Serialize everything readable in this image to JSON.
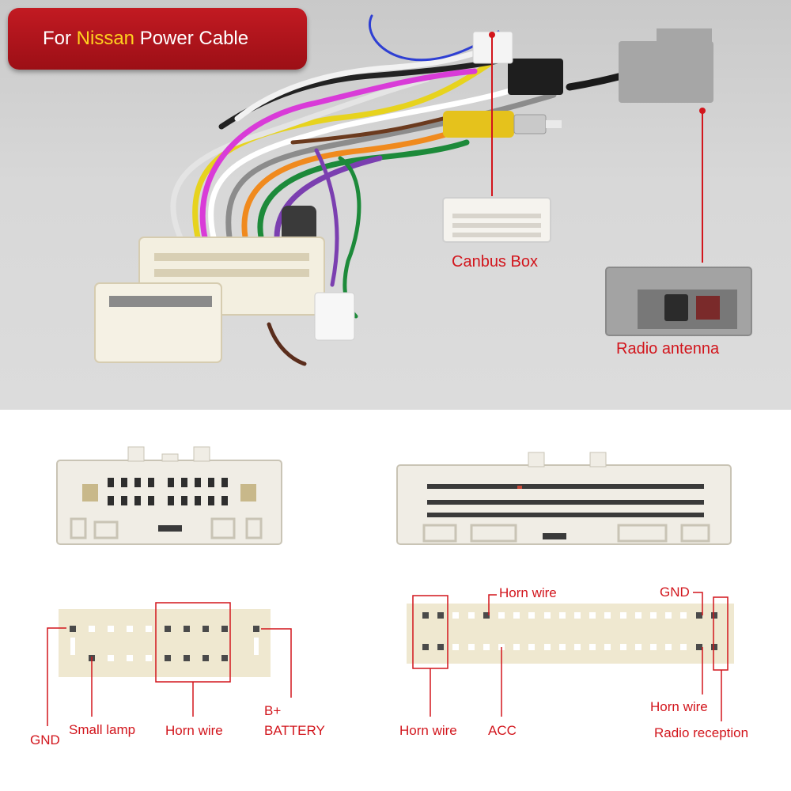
{
  "banner": {
    "prefix": "For ",
    "brand": "Nissan",
    "suffix": " Power Cable"
  },
  "photo_labels": {
    "canbus": "Canbus Box",
    "antenna": "Radio antenna"
  },
  "left_pinout": {
    "gnd": "GND",
    "small_lamp": "Small lamp",
    "horn_wire": "Horn wire",
    "b_plus": "B+",
    "battery": "BATTERY"
  },
  "right_pinout": {
    "horn_wire_top": "Horn wire",
    "gnd": "GND",
    "horn_wire_bottom_left": "Horn wire",
    "acc": "ACC",
    "horn_wire_bottom_right": "Horn wire",
    "radio_reception": "Radio reception"
  },
  "colors": {
    "accent_red": "#d2151c",
    "banner_red": "#b3141c",
    "brand_yellow": "#ffd21f",
    "connector_beige": "#efe8d0"
  }
}
